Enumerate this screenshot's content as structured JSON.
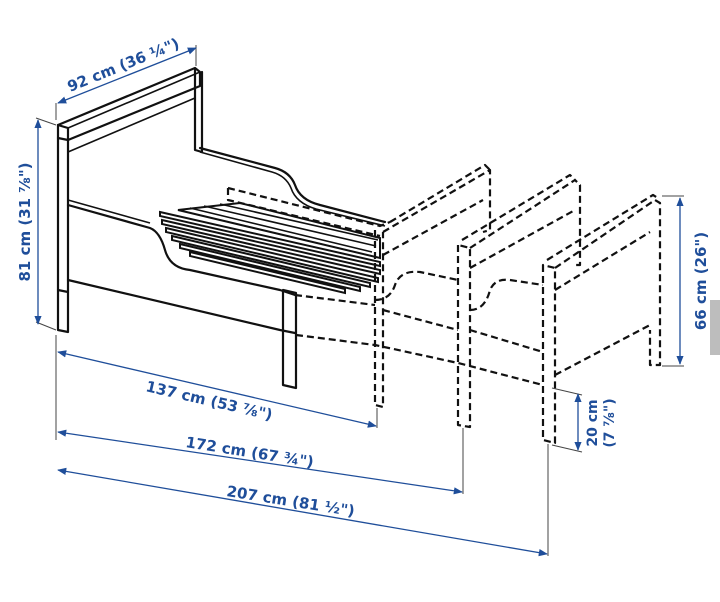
{
  "diagram": {
    "subject": "Extendable children's bed frame with slatted base",
    "dimensions": {
      "width": {
        "label": "92 cm (36 ¼\")"
      },
      "headboard_height": {
        "label": "81 cm (31 ⅞\")"
      },
      "footboard_height": {
        "label": "66 cm (26\")"
      },
      "bed_base_height": {
        "cm": "20 cm",
        "in": "(7 ⅞\")"
      },
      "length_min": {
        "label": "137 cm (53 ⅞\")"
      },
      "length_mid": {
        "label": "172 cm (67 ¾\")"
      },
      "length_max": {
        "label": "207 cm (81 ½\")"
      }
    },
    "colors": {
      "dimension": "#1f4e9a",
      "line_art": "#111111",
      "background": "#ffffff"
    }
  }
}
